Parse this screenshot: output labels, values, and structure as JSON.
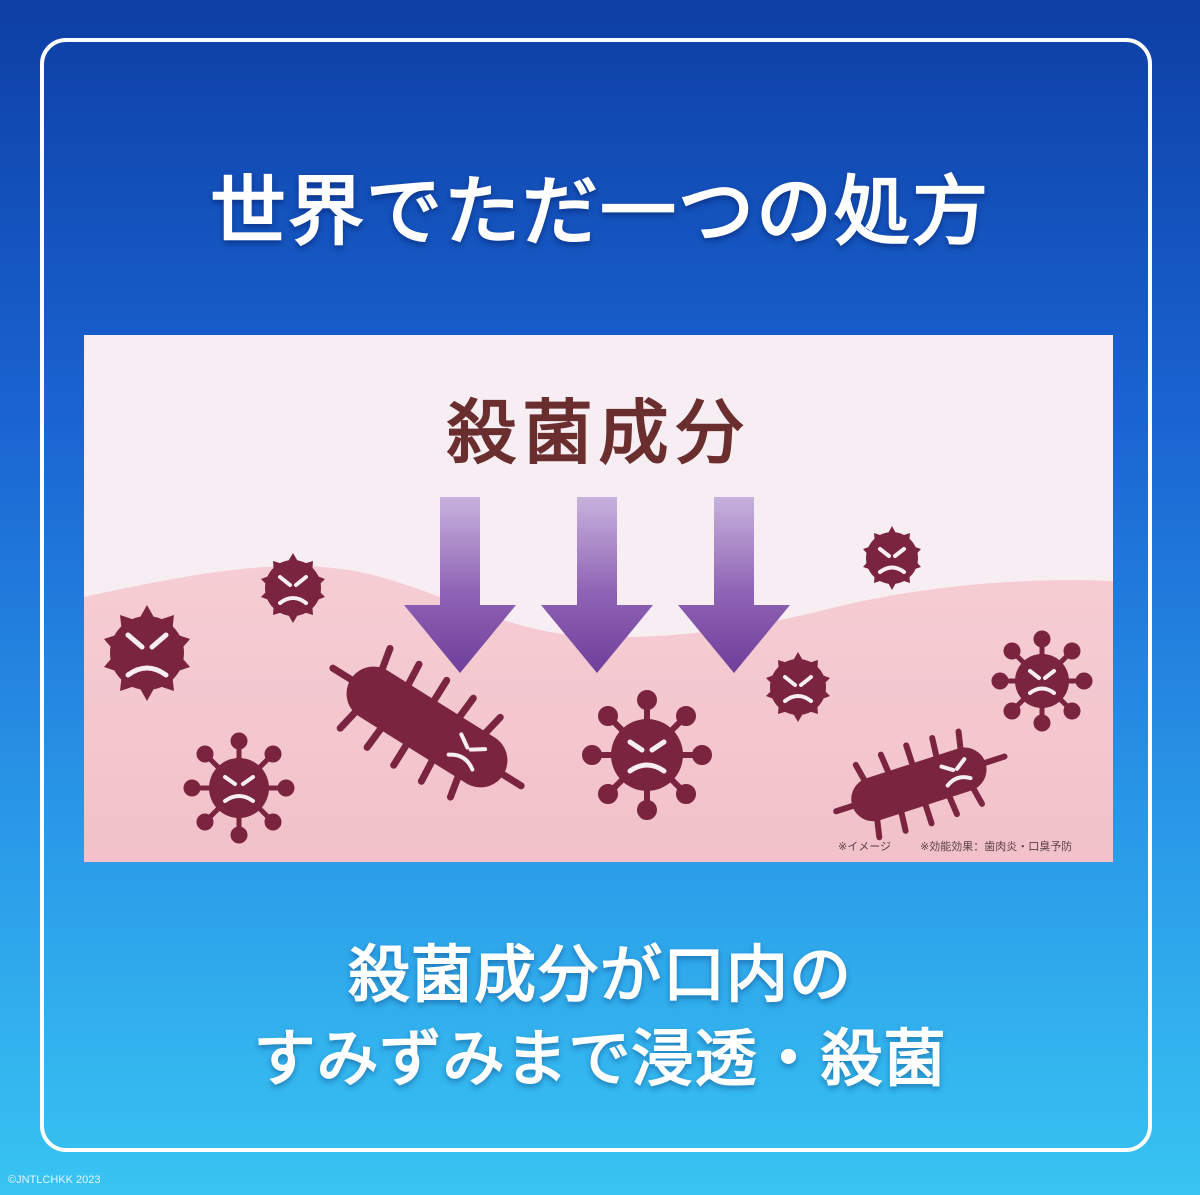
{
  "title": "世界でただ一つの処方",
  "illustration": {
    "label": "殺菌成分",
    "note_image": "※イメージ",
    "note_effect": "※効能効果：歯肉炎・口臭予防",
    "arrow_color": "#7a4aa0",
    "germ_color": "#7a2440",
    "gum_color": "#f4c7cf"
  },
  "caption": {
    "line1": "殺菌成分が口内の",
    "line2": "すみずみまで浸透・殺菌"
  },
  "copyright": "©JNTLCHKK 2023"
}
